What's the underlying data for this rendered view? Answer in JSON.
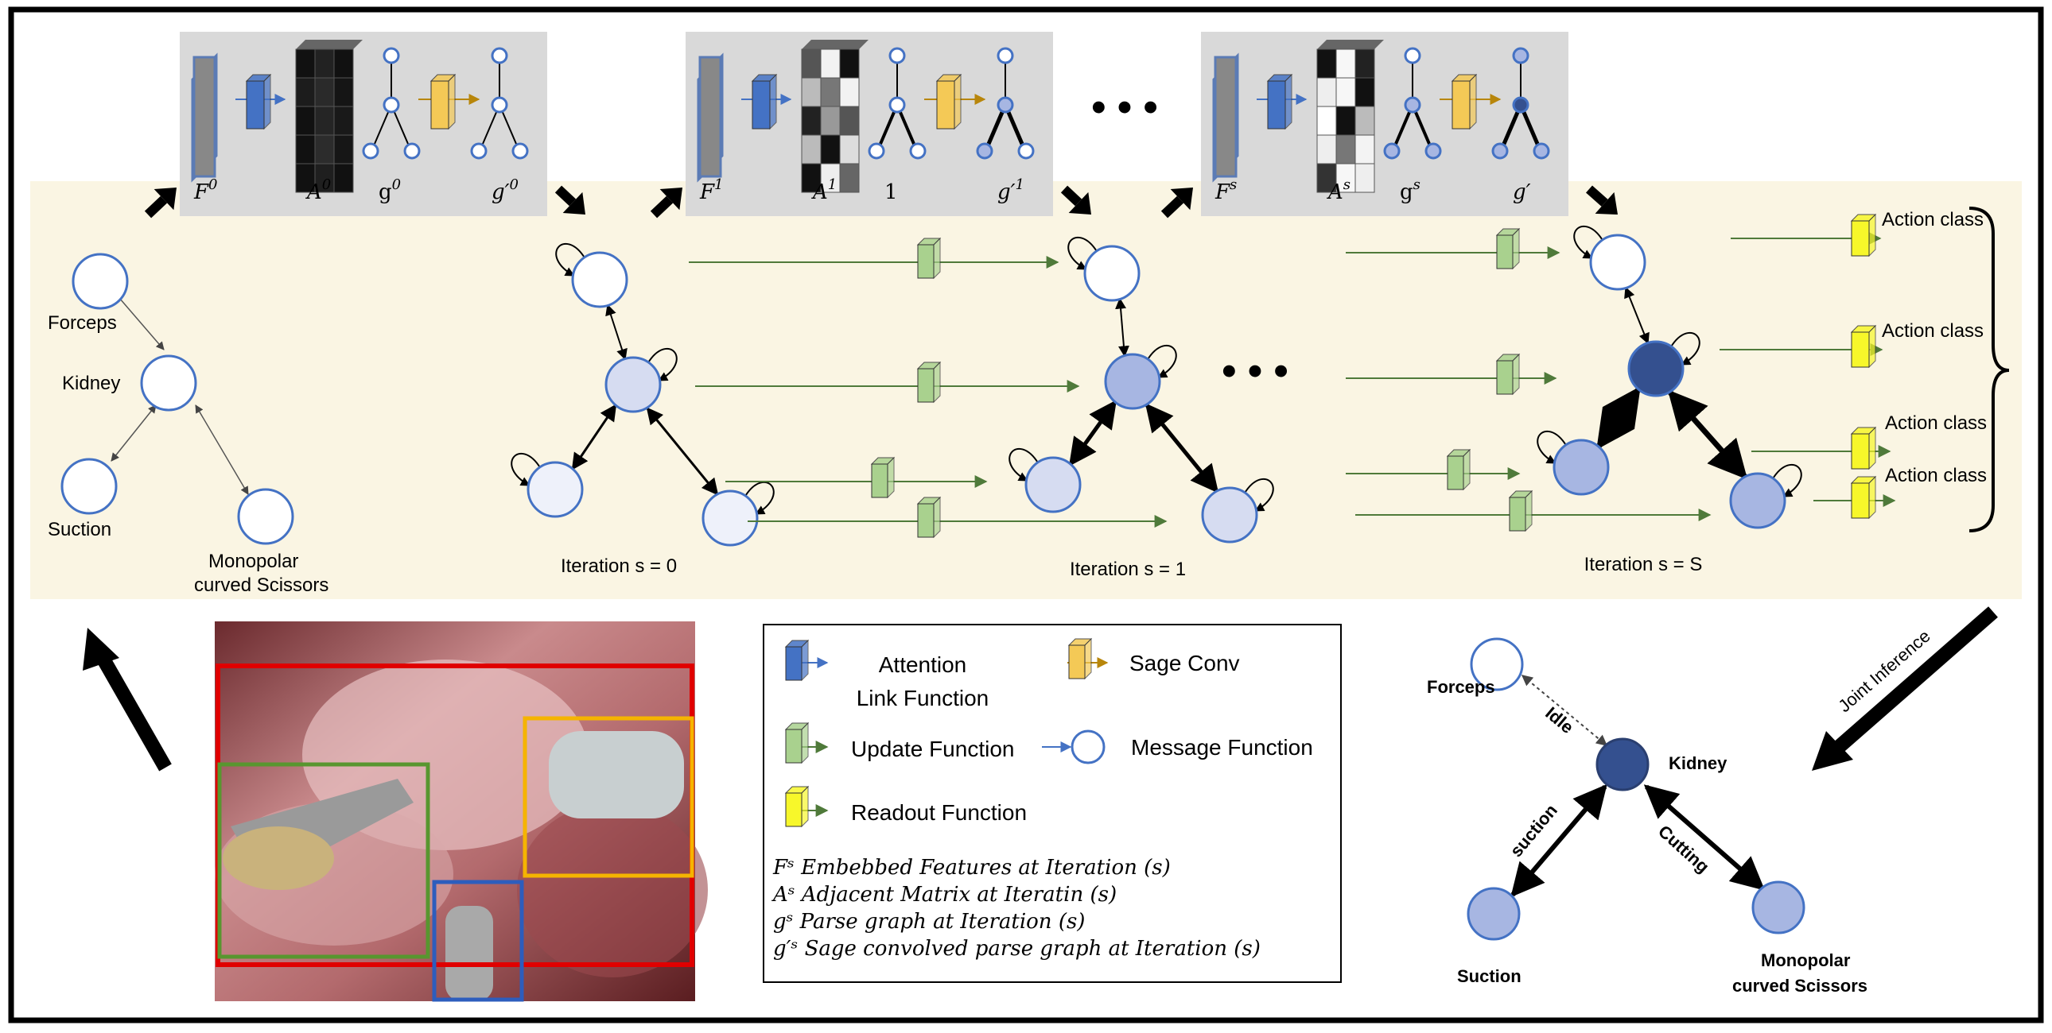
{
  "colors": {
    "band": "#faf5e3",
    "panel": "#d9d9d9",
    "nodeWhite": "#ffffff",
    "nodePale": "#eef1fa",
    "nodeLight": "#d6dcf1",
    "nodeMid": "#a7b6e2",
    "nodeDark": "#34508f",
    "green": "#a9d18e",
    "yellow": "#f7f72a",
    "sageYellow": "#f4c956",
    "blue": "#4472c4",
    "arrowGreen": "#4f7a3a",
    "red": "#e00000",
    "boxGreen": "#58962f",
    "boxOrange": "#f5b400",
    "boxBlue": "#2d5dbd"
  },
  "panels": [
    {
      "F": "F",
      "Fsup": "0",
      "A": "A",
      "Asup": "0",
      "g": "g",
      "gsup": "0",
      "gp": "g′",
      "gpsup": "0"
    },
    {
      "F": "F",
      "Fsup": "1",
      "A": "A",
      "Asup": "1",
      "g": "1",
      "gsup": "",
      "gp": "g′",
      "gpsup": "1"
    },
    {
      "F": "F",
      "Fsup": "s",
      "A": "A",
      "Asup": "s",
      "g": "g",
      "gsup": "s",
      "gp": "g′",
      "gpsup": ""
    }
  ],
  "ellipsis": "• • •",
  "graph0": {
    "forceps": "Forceps",
    "kidney": "Kidney",
    "suction": "Suction",
    "scissors1": "Monopolar",
    "scissors2": "curved Scissors",
    "iteration": "Iteration s = 0"
  },
  "iterations": [
    "Iteration s = 1",
    "Iteration s = S"
  ],
  "action_classes": [
    "Action class",
    "Action class",
    "Action class",
    "Action class"
  ],
  "legend": {
    "attention1": "Attention",
    "attention2": "Link Function",
    "sage": "Sage Conv",
    "update": "Update Function",
    "message": "Message Function",
    "readout": "Readout Function",
    "def_F": "Fˢ Embebbed Features at Iteration (s)",
    "def_A": "Aˢ Adjacent Matrix at Iteratin (s)",
    "def_g": "gˢ Parse graph at Iteration (s)",
    "def_gp": "g′ˢ Sage convolved parse graph at Iteration (s)"
  },
  "result": {
    "joint": "Joint Inference",
    "forceps": "Forceps",
    "kidney": "Kidney",
    "suction": "Suction",
    "scissors1": "Monopolar",
    "scissors2": "curved Scissors",
    "idle": "Idle",
    "suction_edge": "suction",
    "cutting": "Cutting"
  },
  "matrices": [
    [
      "#111",
      "#222",
      "#111",
      "#1c1c1c",
      "#2a2a2a",
      "#151515",
      "#111",
      "#252525",
      "#191919",
      "#111",
      "#2c2c2c",
      "#161616",
      "#111",
      "#1f1f1f",
      "#111"
    ],
    [
      "#555",
      "#f2f2f2",
      "#111",
      "#bbb",
      "#777",
      "#f2f2f2",
      "#222",
      "#999",
      "#555",
      "#bbb",
      "#111",
      "#ddd",
      "#111",
      "#eee",
      "#666"
    ],
    [
      "#111",
      "#f7f7f7",
      "#222",
      "#eee",
      "#f7f7f7",
      "#111",
      "#fff",
      "#111",
      "#bbb",
      "#eee",
      "#777",
      "#f3f3f3",
      "#333",
      "#f7f7f7",
      "#eee"
    ]
  ]
}
